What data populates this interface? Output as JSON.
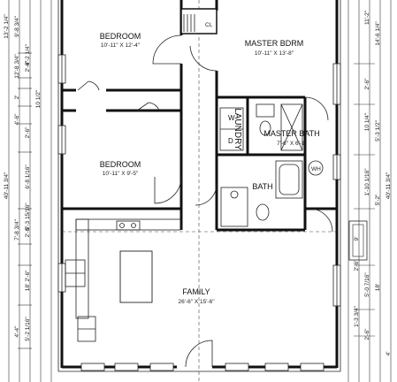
{
  "rooms": {
    "bedroom1": {
      "name": "BEDROOM",
      "size": "10'-11\" X 12'-4\""
    },
    "master": {
      "name": "MASTER BDRM",
      "size": "10'-11\" X 13'-8\""
    },
    "bedroom2": {
      "name": "BEDROOM",
      "size": "10'-11\" X 9'-5\""
    },
    "laundry": {
      "name": "LAUNDRY"
    },
    "master_bath": {
      "name": "MASTER BATH",
      "size": "7'-6\" X 6'-1\""
    },
    "bath": {
      "name": "BATH"
    },
    "family": {
      "name": "FAMILY",
      "size": "26'-6\" X 15'-6\""
    }
  },
  "dimensions": {
    "left_outer": [
      "13'-2 1/4\"",
      "2'-6\"",
      "4'-2 1/4\"",
      "2'",
      "4'-6\"",
      "2'-6\"",
      "6'-8 1/16\"",
      "2'-6\"",
      "5'-3 15/16\"",
      "2'-6\"",
      "18'",
      "5'-2 1/16\""
    ],
    "left_inner": [
      "9'-8 3/4\"",
      "12'-8 3/4\"",
      "10 1/2\"",
      "7'-8 3/4\"",
      "4'-4\""
    ],
    "left_total": "40'-11 3/4\"",
    "right_outer": [
      "14'-6 1/4\"",
      "2'-6\"",
      "5'-3 1/2\"",
      "5'-2\"",
      "2'-6\"",
      "4'"
    ],
    "right_inner": [
      "11'-2\"",
      "10 1/4\"",
      "1'-10 1/16\"",
      "9'",
      "5'-0 7/16\"",
      "1'-3 3/4\"",
      "2'-6\""
    ],
    "right_total": "40'-11 3/4\"",
    "right_family": "18'"
  },
  "fixtures": {
    "closet_label": "CL",
    "washer": "W",
    "dryer": "D",
    "water_heater": "WH"
  }
}
